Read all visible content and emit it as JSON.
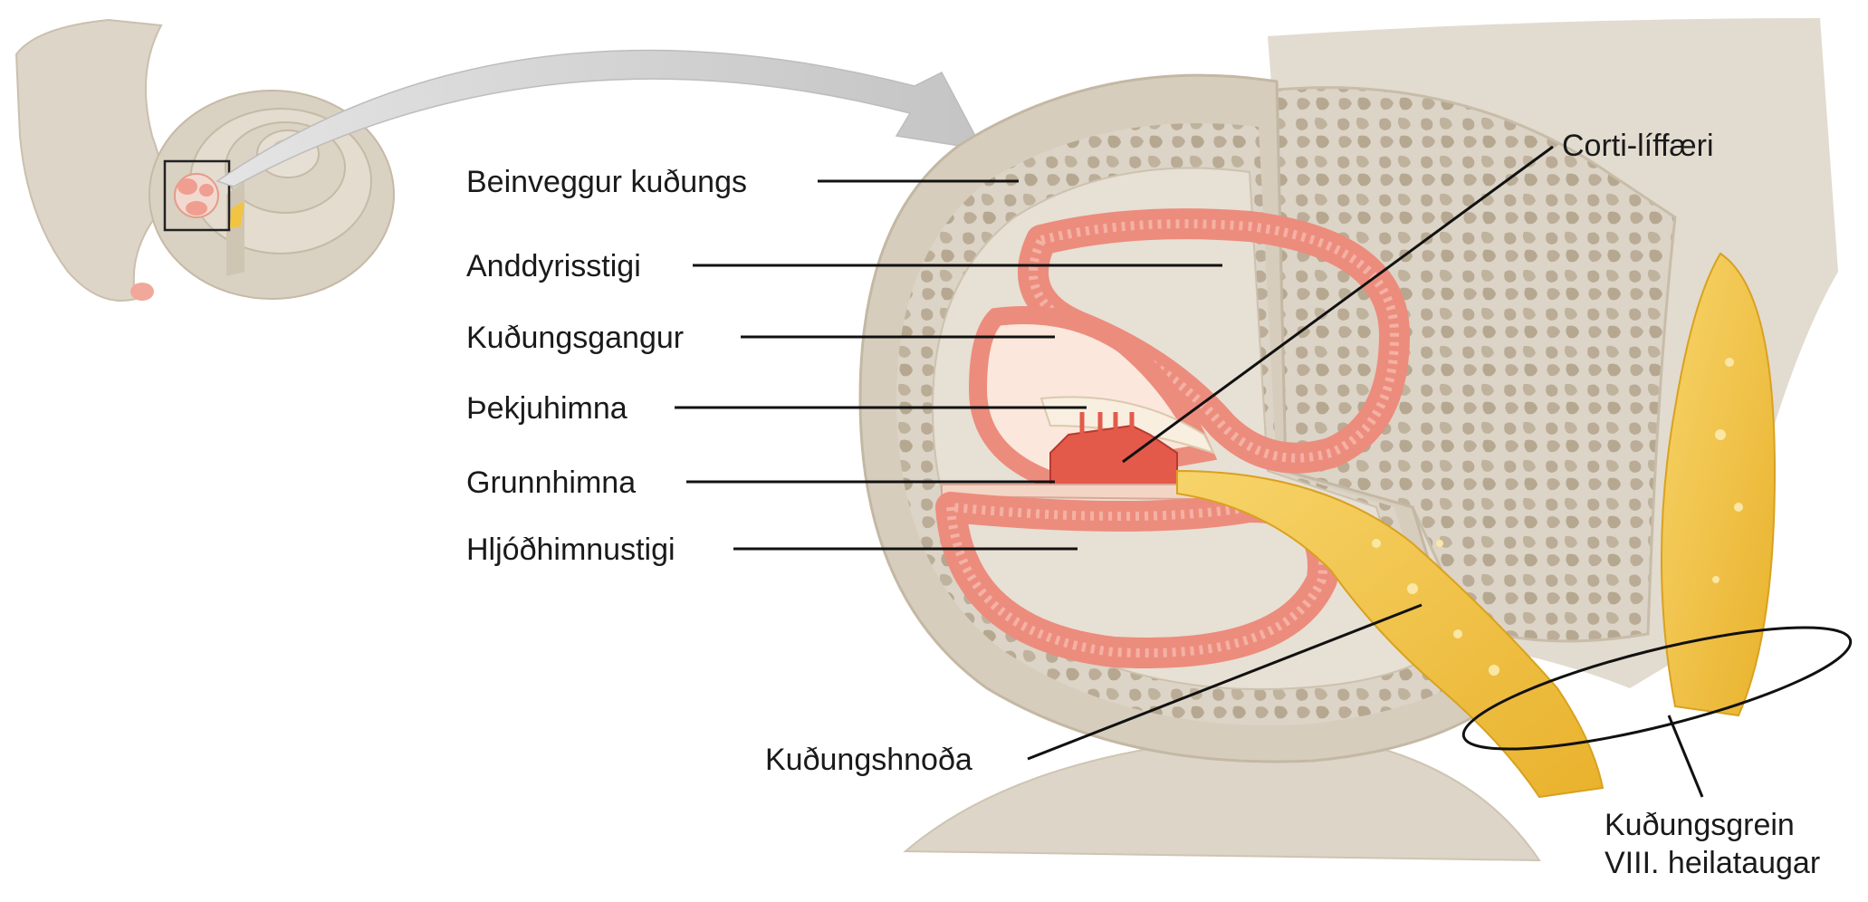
{
  "labels": {
    "bony_wall": "Beinveggur kuðungs",
    "scala_vestibuli": "Anddyrisstigi",
    "cochlear_duct": "Kuðungsgangur",
    "tectorial_membrane": "Þekjuhimna",
    "basilar_membrane": "Grunnhimna",
    "scala_tympani": "Hljóðhimnustigi",
    "organ_of_corti": "Corti-líffæri",
    "spiral_ganglion": "Kuðungshnoða",
    "cochlear_nerve_line1": "Kuðungsgrein",
    "cochlear_nerve_line2": "VIII. heilataugar"
  },
  "colors": {
    "bone": "#d8d0c2",
    "bone_light": "#e6dfd3",
    "bone_outline": "#c9bfae",
    "spongy_hole": "#bdb09b",
    "duct_red": "#ec8c7d",
    "duct_light": "#f6c9bd",
    "duct_fill": "#fbe7dc",
    "nerve_yellow": "#f2c23c",
    "arrow_gray": "#cfcfcf",
    "leader_line": "#111111"
  }
}
